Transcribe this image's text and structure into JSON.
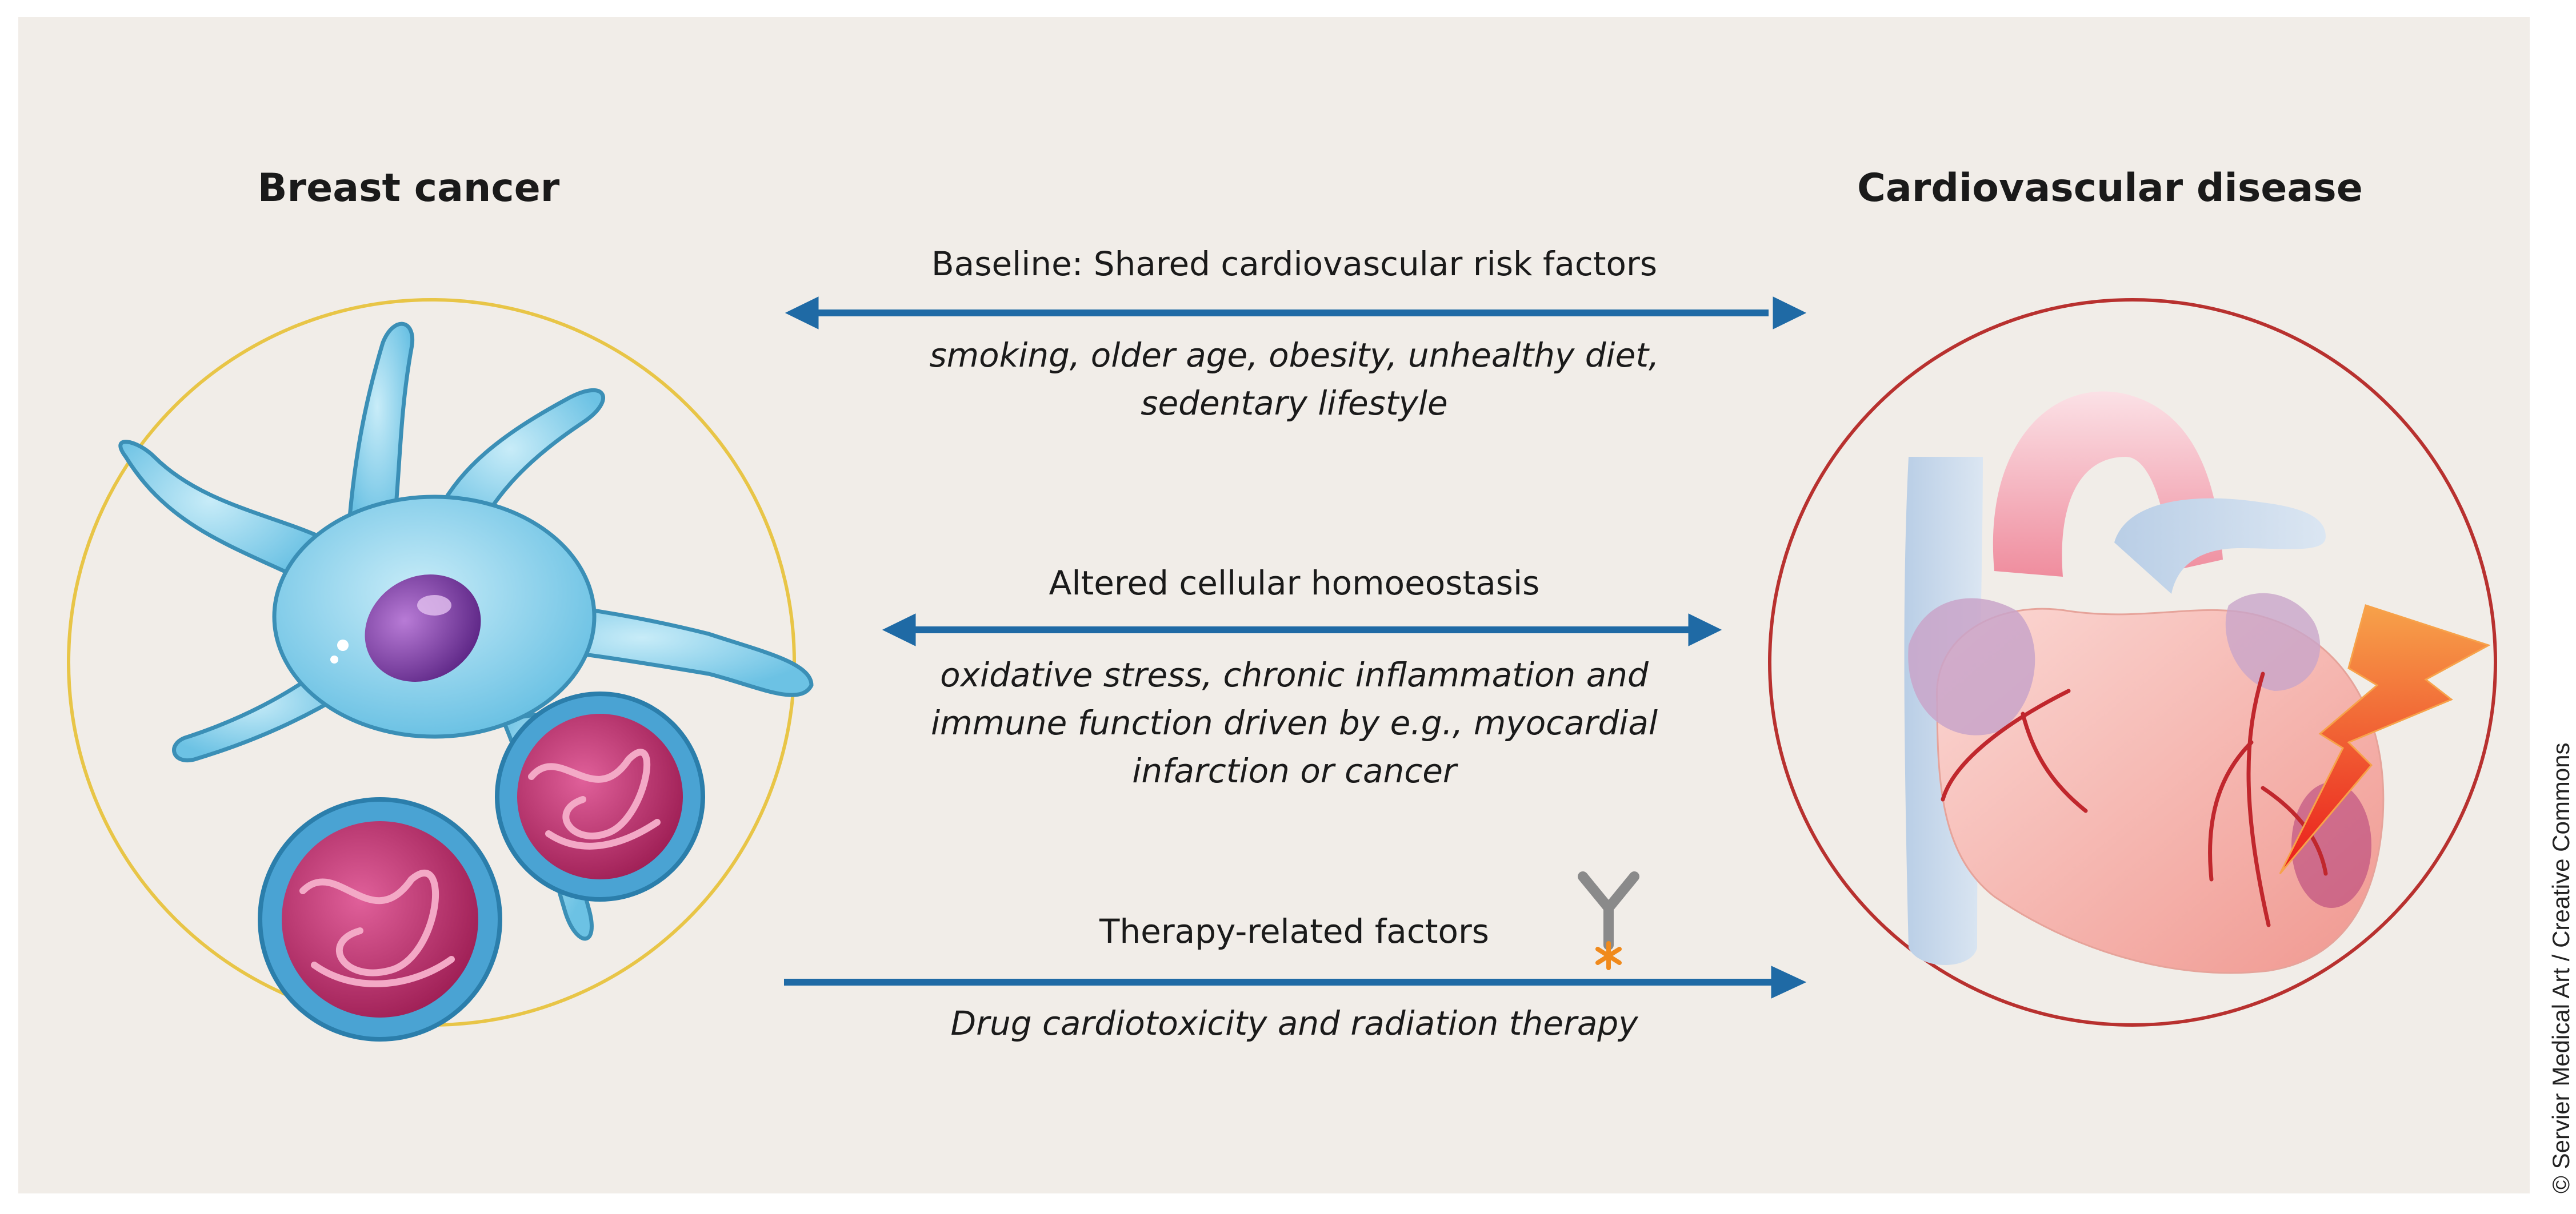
{
  "left_title": "Breast cancer",
  "right_title": "Cardiovascular disease",
  "mechanisms": [
    {
      "label": "Baseline: Shared cardiovascular risk factors",
      "lines": [
        "smoking, older age, obesity, unhealthy diet,",
        "sedentary lifestyle"
      ],
      "direction": "bidirectional"
    },
    {
      "label": "Altered cellular homoeostasis",
      "lines": [
        "oxidative stress, chronic inflammation and",
        "immune function driven by e.g., myocardial",
        "infarction or cancer"
      ],
      "direction": "bidirectional"
    },
    {
      "label": "Therapy-related factors",
      "lines": [
        "Drug cardiotoxicity and radiation therapy"
      ],
      "direction": "to-right"
    }
  ],
  "credit": "© Servier Medical Art / Creative Commons",
  "colors": {
    "background": "#f1ede8",
    "arrow": "#1f6aa5",
    "cancer_circle": "#e8c547",
    "cvd_circle": "#b8312f",
    "cell": "#8fd3ec",
    "nucleus": "#7d3aa0",
    "tumor": "#c0306e",
    "lightning": "#f03d1f",
    "antibody": "#8a8a8a",
    "antibody_mark": "#f08a1c"
  },
  "icons": [
    "cancer-cell-icon",
    "heart-icon",
    "lightning-icon",
    "antibody-icon"
  ]
}
